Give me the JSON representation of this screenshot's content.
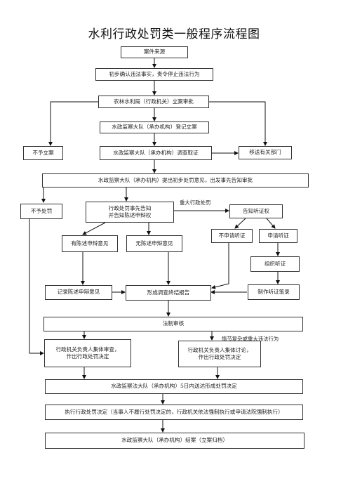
{
  "title": "水利行政处罚类一般程序流程图",
  "nodes": {
    "source": "案件来源",
    "initial_confirm": "初步确认违法事实，责令停止违法行为",
    "filing_review": "农林水利局（行政机关）立案审批",
    "registration": "水政监察大队（承办机构）登记立案",
    "no_filing": "不予立案",
    "investigation": "水政监察大队（承办机构）调查取证",
    "transfer": "移送有关部门",
    "preliminary_opinion": "水政监察大队（承办机构）提出初步处罚意见，出发事先告知审批",
    "no_penalty": "不予处罚",
    "prior_notice_line1": "行政处罚事先告知",
    "prior_notice_line2": "并告知陈述申辩权",
    "hearing_notice": "告知听证权",
    "has_statement": "有陈述申辩意见",
    "no_statement": "无陈述申辩意见",
    "no_hearing_request": "不申请听证",
    "hearing_request": "申请听证",
    "organize_hearing": "组织听证",
    "record_statement": "记录陈述申辩意见",
    "final_report": "形成调查终结报告",
    "hearing_transcript": "制作听证笔录",
    "legal_review": "法制审核",
    "decision_a_line1": "行政机关负责人集体审查，",
    "decision_a_line2": "作出行政处罚决定",
    "decision_b_line1": "行政机关负责人集体讨论，",
    "decision_b_line2": "作出行政处罚决定",
    "delivery": "水政监察法大队（承办机构）5日内送达形成处罚决定",
    "execution": "执行行政处罚决定（当事人不履行处罚决定的，行政机关依法强制执行或申请法院强制执行）",
    "closing": "水政监察大队（承办机构）结案（立案归档）"
  },
  "labels": {
    "major_penalty": "重大行政处罚",
    "complex_case": "情节复杂或重大违法行为"
  }
}
